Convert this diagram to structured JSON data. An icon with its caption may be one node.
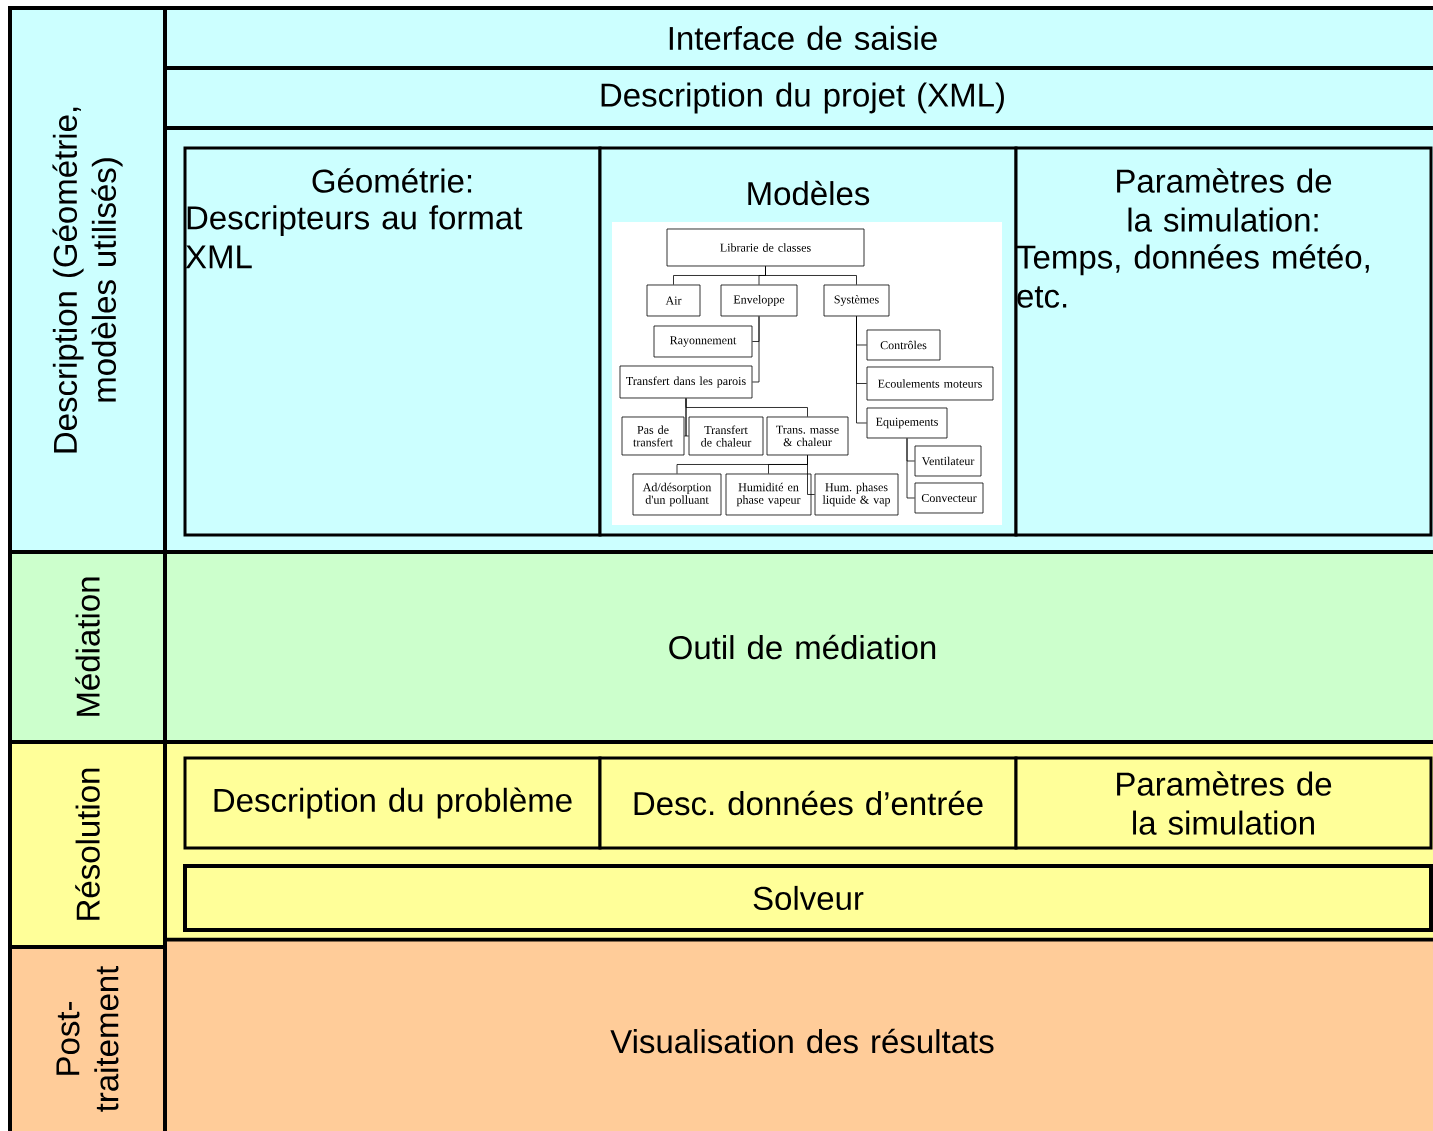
{
  "diagram": {
    "nodes": [
      {
        "text": [
          "Description (Géométrie, modèles utilisés)"
        ]
      },
      {
        "text": [
          "Interface de saisie"
        ]
      },
      {
        "text": [
          "Description du projet (XML)"
        ]
      },
      {
        "text": [
          "Géométrie:",
          "Descripteurs au format XML"
        ]
      },
      {
        "text": [
          "Modèles"
        ]
      },
      {
        "text": [
          "Librarie de classes"
        ],
        "in": 4
      },
      {
        "text": [
          "Air"
        ],
        "in": 4
      },
      {
        "text": [
          "Enveloppe"
        ],
        "in": 4
      },
      {
        "text": [
          "Systèmes"
        ],
        "in": 4
      },
      {
        "text": [
          "Rayonnement"
        ],
        "in": 4
      },
      {
        "text": [
          "Transfert dans les parois"
        ],
        "in": 4
      },
      {
        "text": [
          "Pas de transfert"
        ],
        "in": 4
      },
      {
        "text": [
          "Transfert de chaleur"
        ],
        "in": 4
      },
      {
        "text": [
          "Trans. masse & chaleur"
        ],
        "in": 4
      },
      {
        "text": [
          "Ad/désorption d'un polluant"
        ],
        "in": 4
      },
      {
        "text": [
          "Humidité en phase vapeur"
        ],
        "in": 4
      },
      {
        "text": [
          "Hum. phases liquide & vap"
        ],
        "in": 4
      },
      {
        "text": [
          "Contrôles"
        ],
        "in": 4
      },
      {
        "text": [
          "Ecoulements moteurs"
        ],
        "in": 4
      },
      {
        "text": [
          "Equipements"
        ],
        "in": 4
      },
      {
        "text": [
          "Ventilateur"
        ],
        "in": 4
      },
      {
        "text": [
          "Convecteur"
        ],
        "in": 4
      },
      {
        "text": [
          "Paramètres de la simulation:",
          "Temps, données météo, etc."
        ]
      },
      {
        "text": [
          "Médiation"
        ]
      },
      {
        "text": [
          "Outil de médiation"
        ]
      },
      {
        "text": [
          "Résolution"
        ]
      },
      {
        "text": [
          "Description du problème"
        ]
      },
      {
        "text": [
          "Desc. données d’entrée"
        ]
      },
      {
        "text": [
          "Paramètres de la simulation"
        ]
      },
      {
        "text": [
          "Solveur"
        ]
      },
      {
        "text": [
          "Post-traitement"
        ]
      },
      {
        "text": [
          "Visualisation des résultats"
        ]
      }
    ],
    "edges": [
      {
        "from": 5,
        "to": 6,
        "arrow": "none"
      },
      {
        "from": 5,
        "to": 7,
        "arrow": "none"
      },
      {
        "from": 5,
        "to": 8,
        "arrow": "none"
      },
      {
        "from": 7,
        "to": 9,
        "arrow": "none"
      },
      {
        "from": 7,
        "to": 10,
        "arrow": "none"
      },
      {
        "from": 10,
        "to": 11,
        "arrow": "none"
      },
      {
        "from": 10,
        "to": 12,
        "arrow": "none"
      },
      {
        "from": 10,
        "to": 13,
        "arrow": "none"
      },
      {
        "from": 13,
        "to": 14,
        "arrow": "none"
      },
      {
        "from": 13,
        "to": 15,
        "arrow": "none"
      },
      {
        "from": 13,
        "to": 16,
        "arrow": "none"
      },
      {
        "from": 8,
        "to": 17,
        "arrow": "none"
      },
      {
        "from": 8,
        "to": 18,
        "arrow": "none"
      },
      {
        "from": 8,
        "to": 19,
        "arrow": "none"
      },
      {
        "from": 19,
        "to": 20,
        "arrow": "none"
      },
      {
        "from": 19,
        "to": 21,
        "arrow": "none"
      }
    ]
  }
}
